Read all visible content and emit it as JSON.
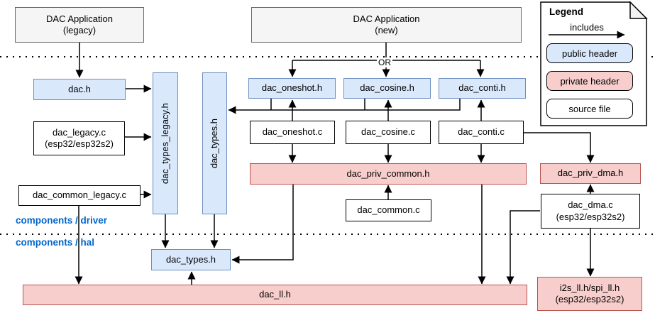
{
  "apps": {
    "legacy": {
      "line1": "DAC Application",
      "line2": "(legacy)"
    },
    "new": {
      "line1": "DAC Application",
      "line2": "(new)"
    }
  },
  "nodes": {
    "dac_h": "dac.h",
    "dac_types_legacy_h": "dac_types_legacy.h",
    "dac_types_h_driver": "dac_types.h",
    "dac_oneshot_h": "dac_oneshot.h",
    "dac_cosine_h": "dac_cosine.h",
    "dac_conti_h": "dac_conti.h",
    "dac_oneshot_c": "dac_oneshot.c",
    "dac_cosine_c": "dac_cosine.c",
    "dac_conti_c": "dac_conti.c",
    "dac_legacy_c": {
      "line1": "dac_legacy.c",
      "line2": "(esp32/esp32s2)"
    },
    "dac_common_legacy_c": "dac_common_legacy.c",
    "dac_priv_common_h": "dac_priv_common.h",
    "dac_common_c": "dac_common.c",
    "dac_priv_dma_h": "dac_priv_dma.h",
    "dac_dma_c": {
      "line1": "dac_dma.c",
      "line2": "(esp32/esp32s2)"
    },
    "dac_types_h_hal": "dac_types.h",
    "dac_ll_h": "dac_ll.h",
    "i2s_spi_ll_h": {
      "line1": "i2s_ll.h/spi_ll.h",
      "line2": "(esp32/esp32s2)"
    }
  },
  "labels": {
    "or": "OR",
    "layer_driver": "components / driver",
    "layer_hal": "components / hal"
  },
  "legend": {
    "title": "Legend",
    "includes": "includes",
    "public_header": "public header",
    "private_header": "private header",
    "source_file": "source file"
  },
  "colors": {
    "public-fill": "#dae8fc",
    "public-border": "#6c8ebf",
    "private-fill": "#f8cecc",
    "private-border": "#b85450",
    "app-fill": "#f5f5f5",
    "app-border": "#666666",
    "layer-label": "#0066cc"
  },
  "edges": [
    {
      "from": "DAC Application (legacy)",
      "to": "dac.h",
      "relation": "includes"
    },
    {
      "from": "DAC Application (new)",
      "to": "dac_oneshot.h",
      "relation": "includes (OR)"
    },
    {
      "from": "DAC Application (new)",
      "to": "dac_cosine.h",
      "relation": "includes (OR)"
    },
    {
      "from": "DAC Application (new)",
      "to": "dac_conti.h",
      "relation": "includes (OR)"
    },
    {
      "from": "dac.h",
      "to": "dac_types_legacy.h",
      "relation": "includes"
    },
    {
      "from": "dac_legacy.c",
      "to": "dac_types_legacy.h",
      "relation": "includes"
    },
    {
      "from": "dac_common_legacy.c",
      "to": "dac_types_legacy.h",
      "relation": "includes"
    },
    {
      "from": "dac_oneshot.h",
      "to": "dac_types.h (driver)",
      "relation": "includes"
    },
    {
      "from": "dac_cosine.h",
      "to": "dac_types.h (driver)",
      "relation": "includes"
    },
    {
      "from": "dac_conti.h",
      "to": "dac_types.h (driver)",
      "relation": "includes"
    },
    {
      "from": "dac_oneshot.c",
      "to": "dac_oneshot.h",
      "relation": "includes"
    },
    {
      "from": "dac_cosine.c",
      "to": "dac_cosine.h",
      "relation": "includes"
    },
    {
      "from": "dac_conti.c",
      "to": "dac_conti.h",
      "relation": "includes"
    },
    {
      "from": "dac_oneshot.c",
      "to": "dac_priv_common.h",
      "relation": "includes"
    },
    {
      "from": "dac_cosine.c",
      "to": "dac_priv_common.h",
      "relation": "includes"
    },
    {
      "from": "dac_conti.c",
      "to": "dac_priv_common.h",
      "relation": "includes"
    },
    {
      "from": "dac_common.c",
      "to": "dac_priv_common.h",
      "relation": "includes"
    },
    {
      "from": "dac_conti.c",
      "to": "dac_priv_dma.h",
      "relation": "includes"
    },
    {
      "from": "dac_dma.c",
      "to": "dac_priv_dma.h",
      "relation": "includes"
    },
    {
      "from": "dac_priv_common.h",
      "to": "dac_types.h (hal)",
      "relation": "includes"
    },
    {
      "from": "dac_priv_common.h",
      "to": "dac_ll.h",
      "relation": "includes"
    },
    {
      "from": "dac_dma.c",
      "to": "dac_ll.h",
      "relation": "includes"
    },
    {
      "from": "dac_dma.c",
      "to": "i2s_ll.h/spi_ll.h",
      "relation": "includes"
    },
    {
      "from": "dac_common_legacy.c",
      "to": "dac_ll.h",
      "relation": "includes"
    },
    {
      "from": "dac_types_legacy.h",
      "to": "dac_types.h (hal)",
      "relation": "includes"
    },
    {
      "from": "dac_types.h (driver)",
      "to": "dac_types.h (hal)",
      "relation": "includes"
    },
    {
      "from": "dac_ll.h",
      "to": "dac_types.h (hal)",
      "relation": "includes"
    }
  ]
}
